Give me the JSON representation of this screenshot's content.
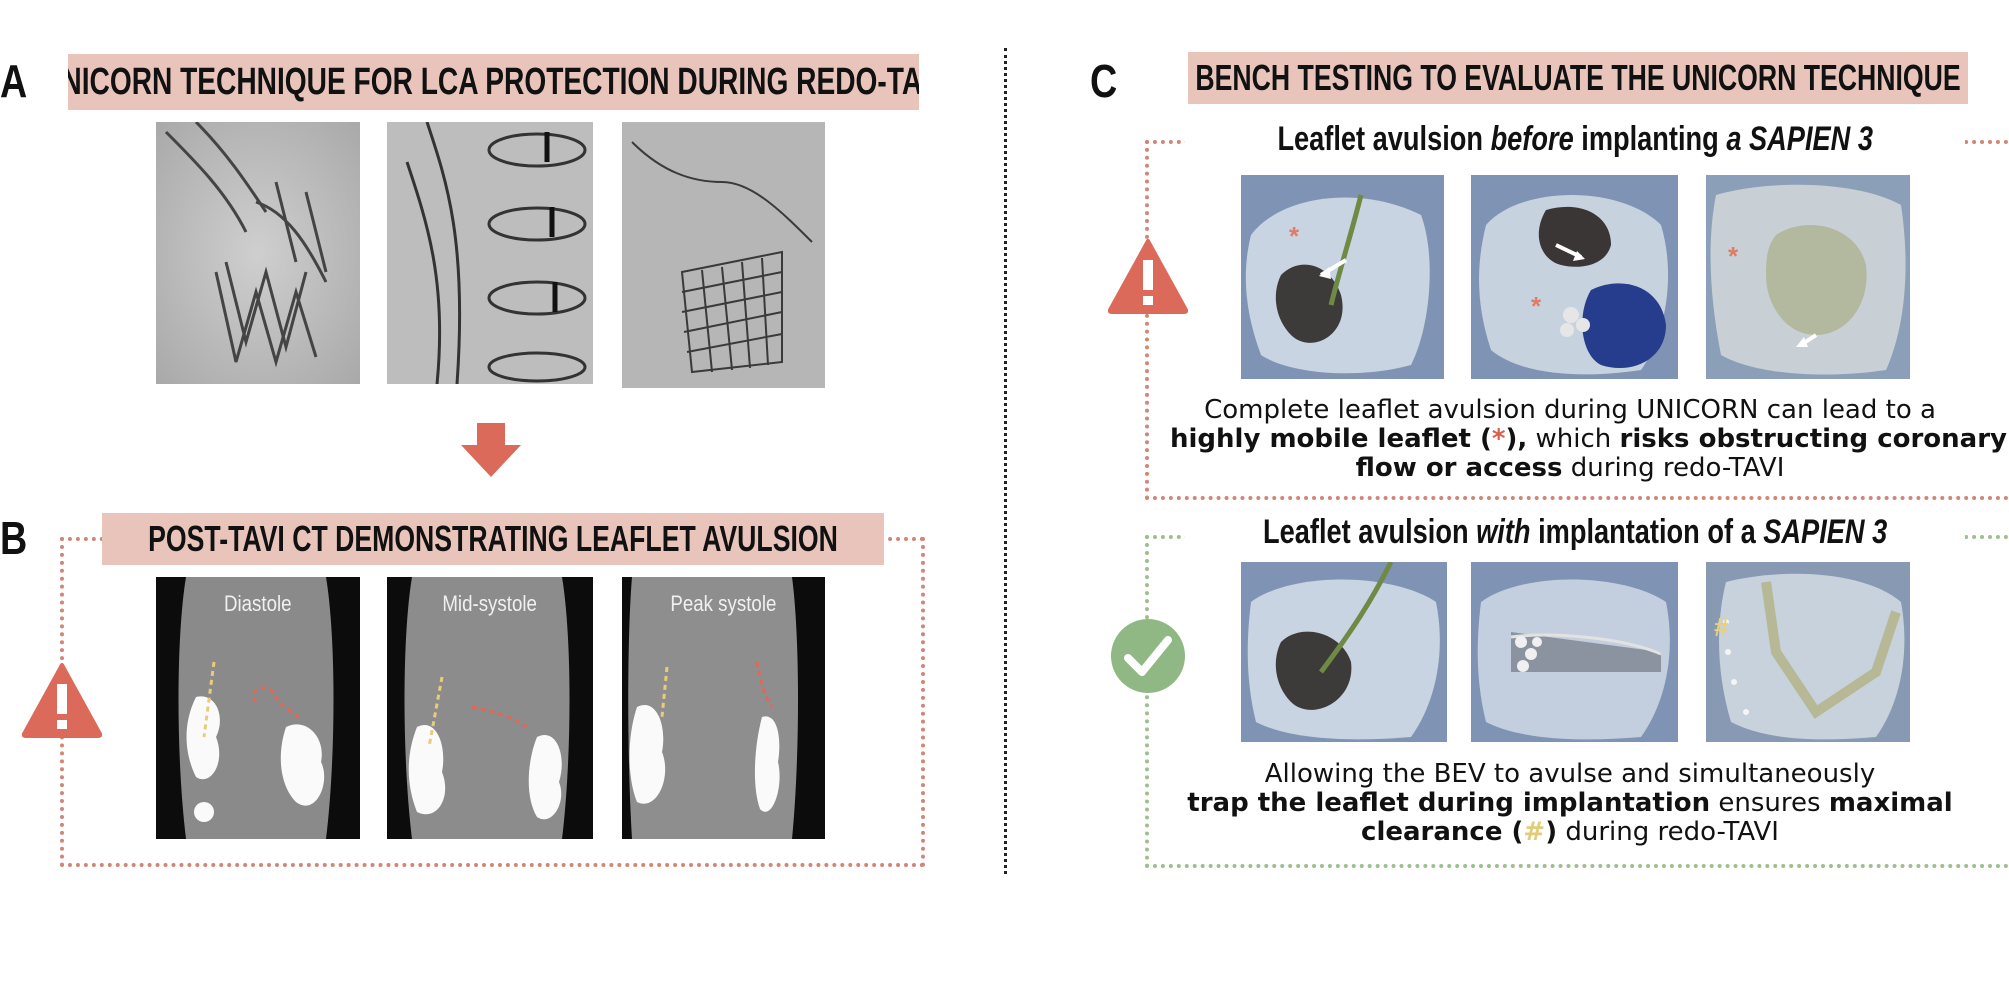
{
  "panels": {
    "a": {
      "letter": "A",
      "banner": "UNICORN TECHNIQUE FOR LCA PROTECTION DURING REDO-TAVI"
    },
    "b": {
      "letter": "B",
      "banner": "POST-TAVI CT DEMONSTRATING LEAFLET AVULSION",
      "ct_labels": [
        "Diastole",
        "Mid-systole",
        "Peak systole"
      ]
    },
    "c": {
      "letter": "C",
      "banner": "BENCH TESTING TO EVALUATE THE UNICORN TECHNIQUE",
      "top": {
        "title_pre": "Leaflet avulsion ",
        "title_em": "before",
        "title_mid": " implanting ",
        "title_em2": "a SAPIEN 3",
        "cap1": "Complete leaflet avulsion during UNICORN can lead to a",
        "cap2_b1": "highly mobile leaflet (",
        "cap2_ast": "*",
        "cap2_b2": "),",
        "cap2_t": " which ",
        "cap2_b3": "risks obstructing coronary",
        "cap3_b": "flow or access",
        "cap3_t": " during redo-TAVI",
        "marker": "*"
      },
      "bottom": {
        "title_pre": "Leaflet avulsion ",
        "title_em": "with",
        "title_mid": " implantation of a ",
        "title_em2": "SAPIEN 3",
        "cap1": "Allowing the BEV to avulse and simultaneously",
        "cap2_b1": "trap the leaflet during implantation",
        "cap2_t": " ensures ",
        "cap2_b2": "maximal",
        "cap3_b1": "clearance (",
        "cap3_hash": "#",
        "cap3_b2": ")",
        "cap3_t": " during redo-TAVI",
        "marker": "#"
      }
    }
  },
  "colors": {
    "banner": "#e8c4bb",
    "warning": "#dc6a5b",
    "check": "#8fb884",
    "arrow": "#dc6a5b",
    "frame_red": "#cf8778",
    "frame_green": "#9cc08e"
  },
  "icons": {
    "warning": "warning-triangle-icon",
    "check": "checkmark-circle-icon",
    "arrow": "down-arrow-icon"
  }
}
